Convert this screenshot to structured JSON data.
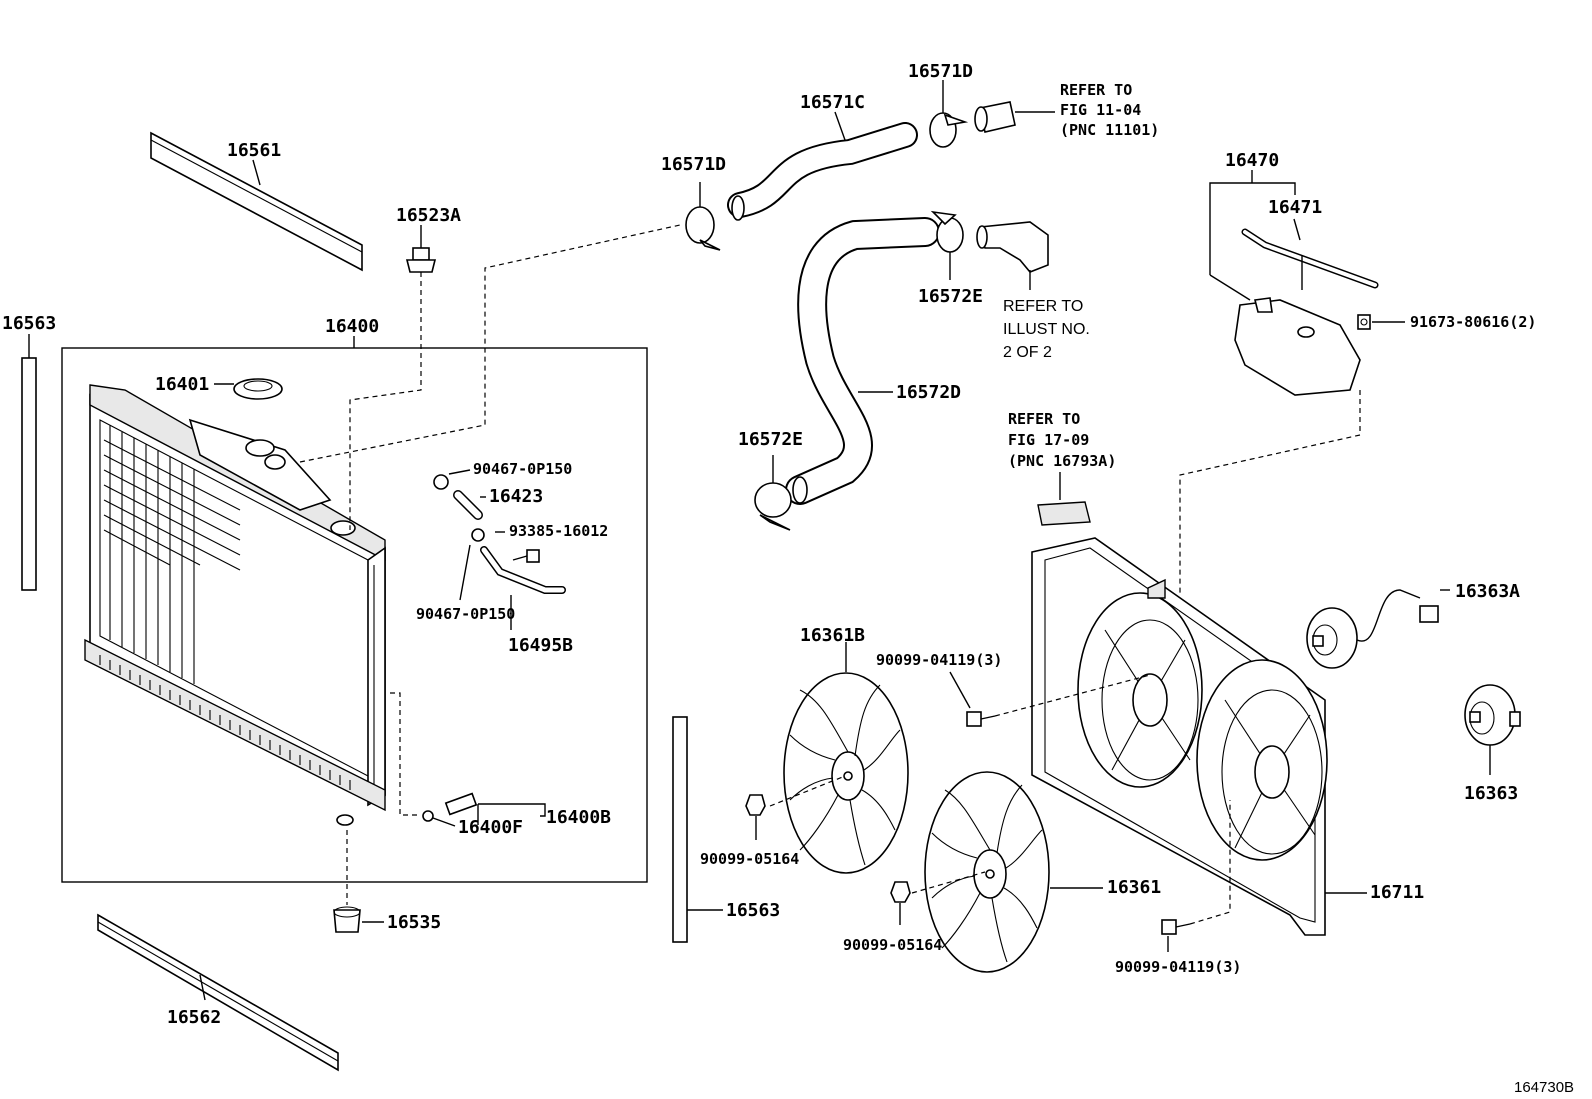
{
  "labels": {
    "p16561": "16561",
    "p16523A": "16523A",
    "p16563_left": "16563",
    "p16400": "16400",
    "p16401": "16401",
    "p16571C": "16571C",
    "p16571D_top": "16571D",
    "p16571D_left": "16571D",
    "p16572E_top": "16572E",
    "p16572D": "16572D",
    "p16572E_left": "16572E",
    "p16470": "16470",
    "p16471": "16471",
    "p91673": "91673-80616(2)",
    "p90467_top": "90467-0P150",
    "p16423": "16423",
    "p93385": "93385-16012",
    "p90467_bottom": "90467-0P150",
    "p16495B": "16495B",
    "p16361B": "16361B",
    "p90099_04119_top": "90099-04119(3)",
    "p16363A": "16363A",
    "p16363": "16363",
    "p16400F": "16400F",
    "p16400B": "16400B",
    "p90099_05164_left": "90099-05164",
    "p16361": "16361",
    "p16711": "16711",
    "p16563_right": "16563",
    "p16535": "16535",
    "p90099_05164_right": "90099-05164",
    "p90099_04119_bottom": "90099-04119(3)",
    "p16562": "16562"
  },
  "refs": {
    "fig11": {
      "line1": "REFER TO",
      "line2": "FIG 11-04",
      "line3": "(PNC 11101)"
    },
    "illust": {
      "line1": "REFER TO",
      "line2": "ILLUST NO.",
      "line3": "2 OF 2"
    },
    "fig17": {
      "line1": "REFER TO",
      "line2": "FIG 17-09",
      "line3": "(PNC 16793A)"
    }
  },
  "figure_id": "164730B"
}
